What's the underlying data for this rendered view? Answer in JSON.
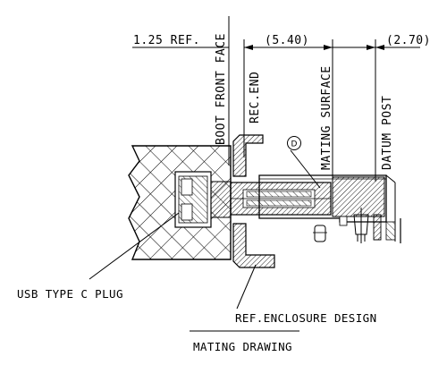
{
  "labels": {
    "ref_dim": "1.25 REF.",
    "boot_front_face": "BOOT FRONT FACE",
    "dim_540": "(5.40)",
    "dim_270": "(2.70)",
    "rec_end": "REC.END",
    "mating_surface": "MATING SURFACE",
    "datum_post": "DATUM POST",
    "callout_d": "D",
    "usb_plug": "USB TYPE C PLUG",
    "enclosure": "REF.ENCLOSURE DESIGN",
    "title": "MATING DRAWING"
  }
}
